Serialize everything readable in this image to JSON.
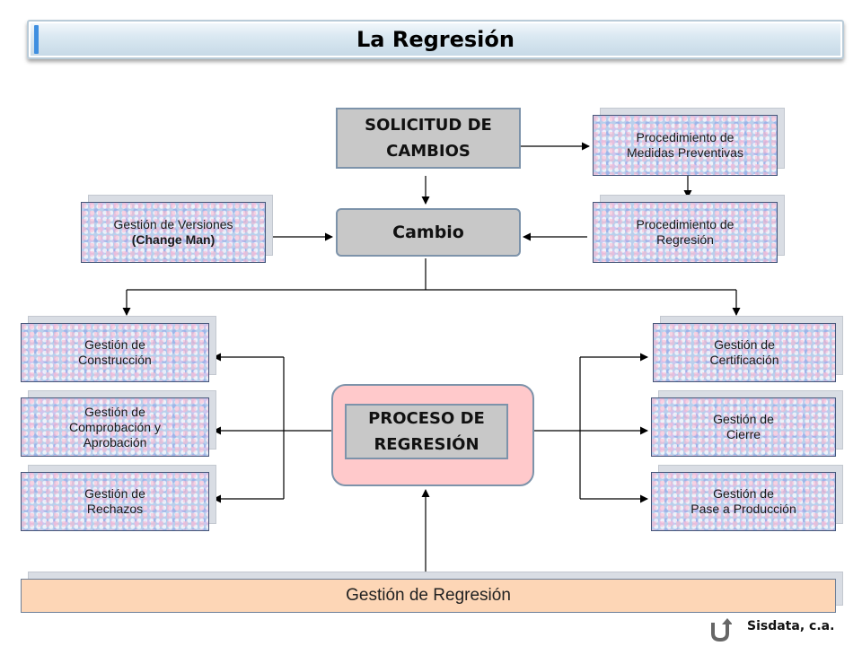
{
  "title": "La Regresión",
  "top": {
    "solicitud": [
      "SOLICITUD DE",
      "CAMBIOS"
    ],
    "cambio": "Cambio"
  },
  "right_top": {
    "preventivas": [
      "Procedimiento de",
      "Medidas Preventivas"
    ],
    "regresion_proc": [
      "Procedimiento de",
      "Regresión"
    ]
  },
  "left_top": {
    "versiones": [
      "Gestión de Versiones",
      "(Change Man)"
    ]
  },
  "center": {
    "proceso": [
      "PROCESO DE",
      "REGRESIÓN"
    ]
  },
  "left_column": [
    [
      "Gestión de",
      "Construcción"
    ],
    [
      "Gestión de",
      "Comprobación y",
      "Aprobación"
    ],
    [
      "Gestión de",
      "Rechazos"
    ]
  ],
  "right_column": [
    [
      "Gestión de",
      "Certificación"
    ],
    [
      "Gestión de",
      "Cierre"
    ],
    [
      "Gestión de",
      "Pase a Producción"
    ]
  ],
  "bottom_bar": "Gestión de Regresión",
  "footer": {
    "company": "Sisdata, c.a.",
    "icon": "u-turn-arrow-icon"
  },
  "colors": {
    "pink_container": "#ffc9cb",
    "bottom_bar": "#fdd6b6",
    "gray_box": "#c8c8c8",
    "title_accent": "#3f8fe0"
  }
}
